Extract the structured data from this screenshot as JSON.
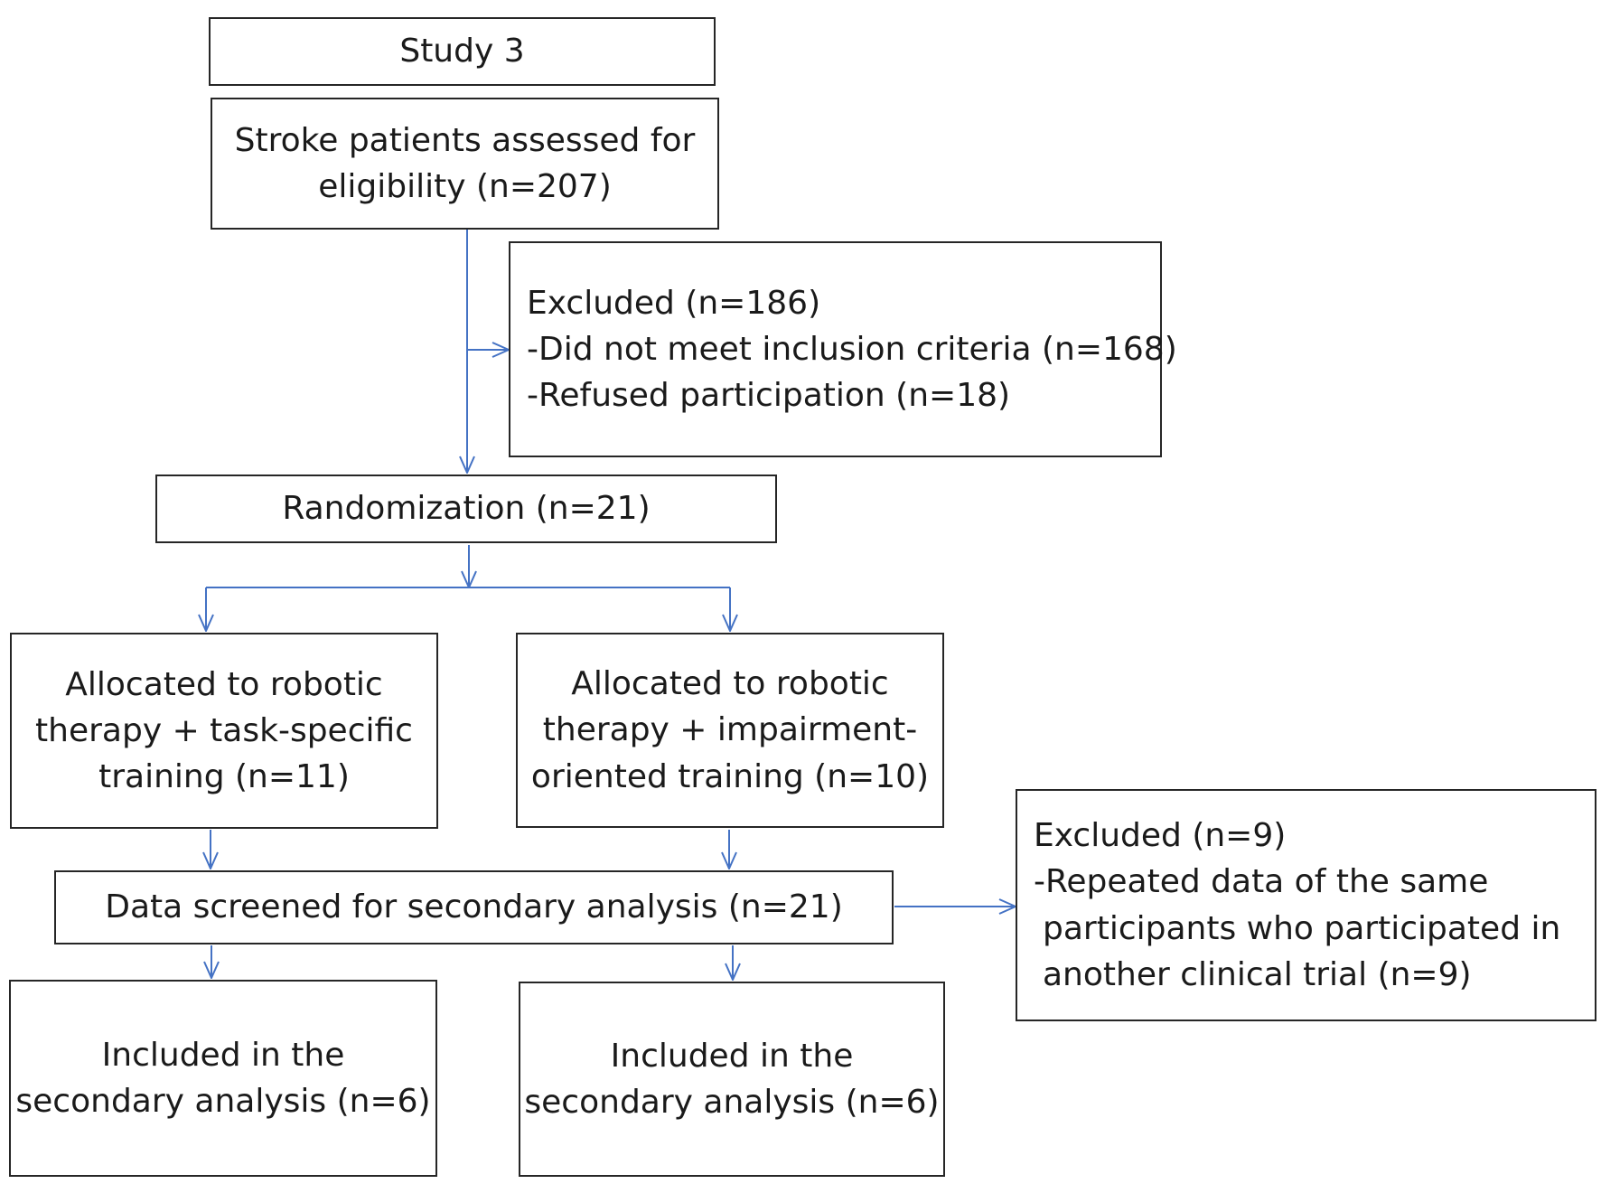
{
  "flowchart": {
    "study_label": "Study 3",
    "assessed": {
      "line1": "Stroke patients assessed for",
      "line2": "eligibility (n=207)"
    },
    "excluded_enrollment": {
      "line1": "Excluded (n=186)",
      "line2": "-Did not meet inclusion criteria (n=168)",
      "line3": "-Refused participation (n=18)"
    },
    "randomization": "Randomization (n=21)",
    "allocation_a": {
      "line1": "Allocated to robotic",
      "line2": "therapy + task-specific",
      "line3": "training  (n=11)"
    },
    "allocation_b": {
      "line1": "Allocated to robotic",
      "line2": "therapy + impairment-",
      "line3": "oriented training  (n=10)"
    },
    "screened": "Data screened for secondary analysis (n=21)",
    "excluded_screening": {
      "line1": "Excluded (n=9)",
      "line2": "-Repeated data of the same",
      "line3": "participants who participated in",
      "line4": "another clinical trial (n=9)"
    },
    "included_a": {
      "line1": "Included in the",
      "line2": "secondary analysis (n=6)"
    },
    "included_b": {
      "line1": "Included in the",
      "line2": "secondary analysis (n=6)"
    },
    "connector_color": "#4472c4"
  }
}
